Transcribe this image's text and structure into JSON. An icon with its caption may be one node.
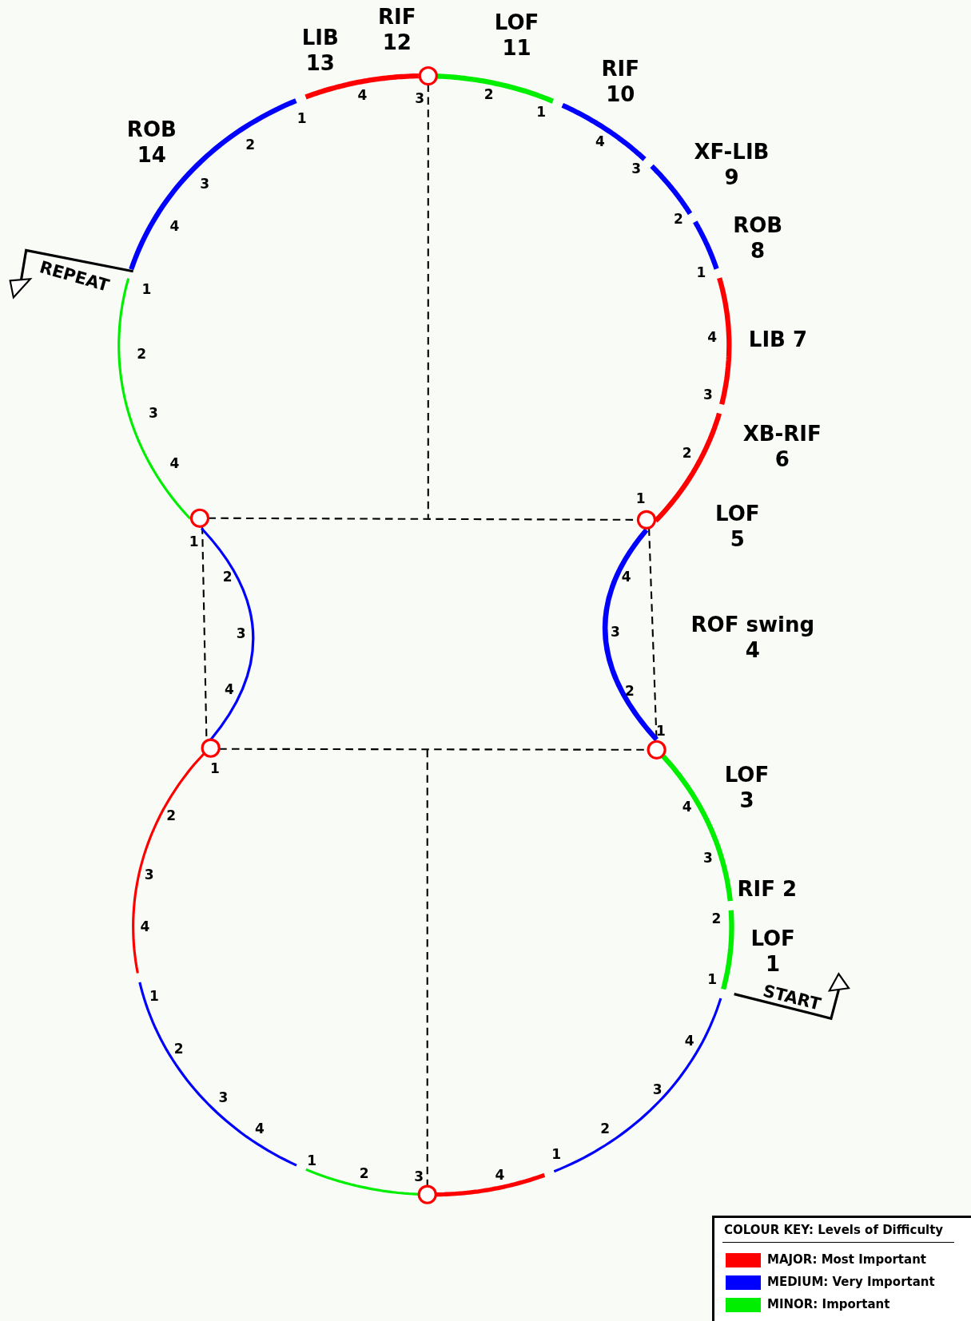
{
  "diagram": {
    "labels": [
      "RIF 12",
      "LOF 11",
      "LIB 13",
      "RIF 10",
      "2",
      "4",
      "3",
      "1",
      "1",
      "4",
      "ROB 14",
      "2",
      "XF-LIB 9",
      "3",
      "3",
      "2",
      "4",
      "ROB 8",
      "1",
      "REPEAT",
      "1",
      "4",
      "LIB 7",
      "2",
      "3",
      "3",
      "XB-RIF 6",
      "2",
      "4",
      "1",
      "LOF 5",
      "1",
      "2",
      "4",
      "3",
      "3",
      "ROF swing 4",
      "4",
      "2",
      "1",
      "1",
      "LOF 3",
      "4",
      "2",
      "3",
      "3",
      "RIF 2",
      "2",
      "4",
      "LOF 1",
      "1",
      "1",
      "START",
      "4",
      "2",
      "3",
      "3",
      "2",
      "4",
      "1",
      "1",
      "2",
      "4",
      "3",
      "COLOUR KEY: Levels of Difficulty"
    ],
    "legend": [
      {
        "text": "MAJOR: Most Important",
        "color": "#ff0000"
      },
      {
        "text": "MEDIUM: Very Important",
        "color": "#0000ff"
      },
      {
        "text": "MINOR: Important",
        "color": "#00ee00"
      }
    ]
  }
}
